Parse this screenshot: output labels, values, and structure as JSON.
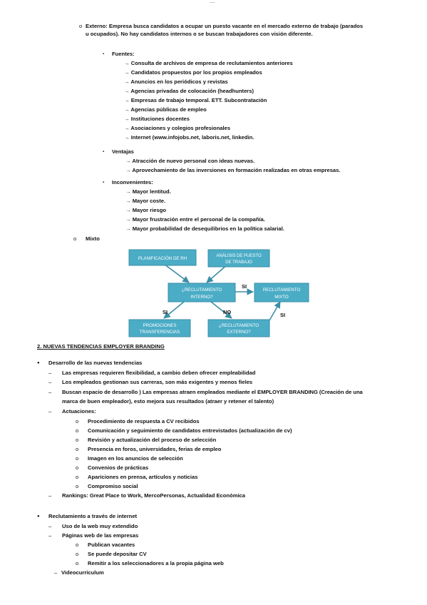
{
  "top_mark": "....",
  "externo": {
    "text_line1": "Externo: Empresa busca candidatos a ocupar un puesto vacante en el mercado externo de trabajo (parados",
    "text_line2": "u ocupados). No hay candidatos internos o se buscan trabajadores con visión diferente.",
    "fuentes_label": "Fuentes:",
    "fuentes": [
      "→ Consulta de archivos de empresa de reclutamientos anteriores",
      "→ Candidatos propuestos por los propios empleados",
      "→ Anuncios en los periódicos y revistas",
      "→ Agencias privadas de colocación (headhunters)",
      "→ Empresas de trabajo temporal. ETT. Subcontratación",
      "→ Agencias públicas de empleo",
      "→ Instituciones docentes",
      "→ Asociaciones y colegios profesionales",
      "→ Internet (www.infojobs.net, laboris.net, linkedin."
    ],
    "ventajas_label": "Ventajas",
    "ventajas": [
      "→ Atracción de nuevo personal con ideas nuevas.",
      "→ Aprovechamiento de las inversiones en formación realizadas en otras empresas."
    ],
    "inconvenientes_label": "Inconvenientes:",
    "inconvenientes": [
      "→ Mayor lentitud.",
      "→ Mayor coste.",
      "→ Mayor riesgo",
      "→ Mayor frustración entre el personal de la compañía.",
      "→ Mayor probabilidad de desequilibrios en la política salarial."
    ]
  },
  "mixto_label": "Mixto",
  "diagram": {
    "box_planificacion": "PLANIFICACIÓN DE RH",
    "box_analisis_1": "ANÁLISIS DE PUESTO",
    "box_analisis_2": "DE TRABAJO",
    "box_interno_1": "¿RECLUTAMIENTO",
    "box_interno_2": "INTERNO?",
    "box_mixto_1": "RECLUTAMIENTO",
    "box_mixto_2": "MIXTO",
    "box_promociones_1": "PROMOCIONES",
    "box_promociones_2": "TRANSFERENCIAS",
    "box_externo_1": "¿RECLUTAMIENTO",
    "box_externo_2": "EXTERNO?",
    "label_si_top": "SI",
    "label_si_left": "SI",
    "label_no": "NO",
    "label_si_right": "SI",
    "box_color": "#4bacc6",
    "arrow_color": "#3b8ea5"
  },
  "section2": {
    "heading": "2. NUEVAS TENDENCIAS EMPLOYER BRANDING",
    "desarrollo_label": "Desarrollo de las nuevas tendencias",
    "items": [
      "Las empresas requieren flexibilidad, a cambio deben ofrecer empleabilidad",
      "Los empleados gestionan sus carreras, son más exigentes y menos fieles",
      "Buscan espacio de desarrollo )  Las empresas atraen empleados mediante el EMPLOYER BRANDING  (Creación de una",
      "marca de buen empleador), esto mejora sus resultados (atraer y retener el talento)",
      "Actuaciones:"
    ],
    "actuaciones": [
      "Procedimiento de respuesta a CV recibidos",
      "Comunicación y seguimiento de candidatos entrevistados (actualización de cv)",
      "Revisión y actualización del proceso de selección",
      "Presencia en foros, universidades, ferias de empleo",
      "Imagen en los anuncios de selección",
      "Convenios de prácticas",
      "Apariciones en prensa, artículos y noticias",
      "Compromiso social"
    ],
    "rankings": "Rankings: Great Place to Work, MercoPersonas, Actualidad Económica",
    "internet_label": "Reclutamiento a través de internet",
    "internet_items": [
      "Uso de la web muy extendido",
      "Páginas web de las empresas"
    ],
    "paginas_sub": [
      "Publican vacantes",
      "Se puede depositar CV",
      "Remitir a los seleccionadores a la propia página web"
    ],
    "videocurriculum": "Videocurrículum"
  },
  "markers": {
    "circle": "o",
    "square": "▪",
    "dot": "●",
    "dash": "–"
  }
}
